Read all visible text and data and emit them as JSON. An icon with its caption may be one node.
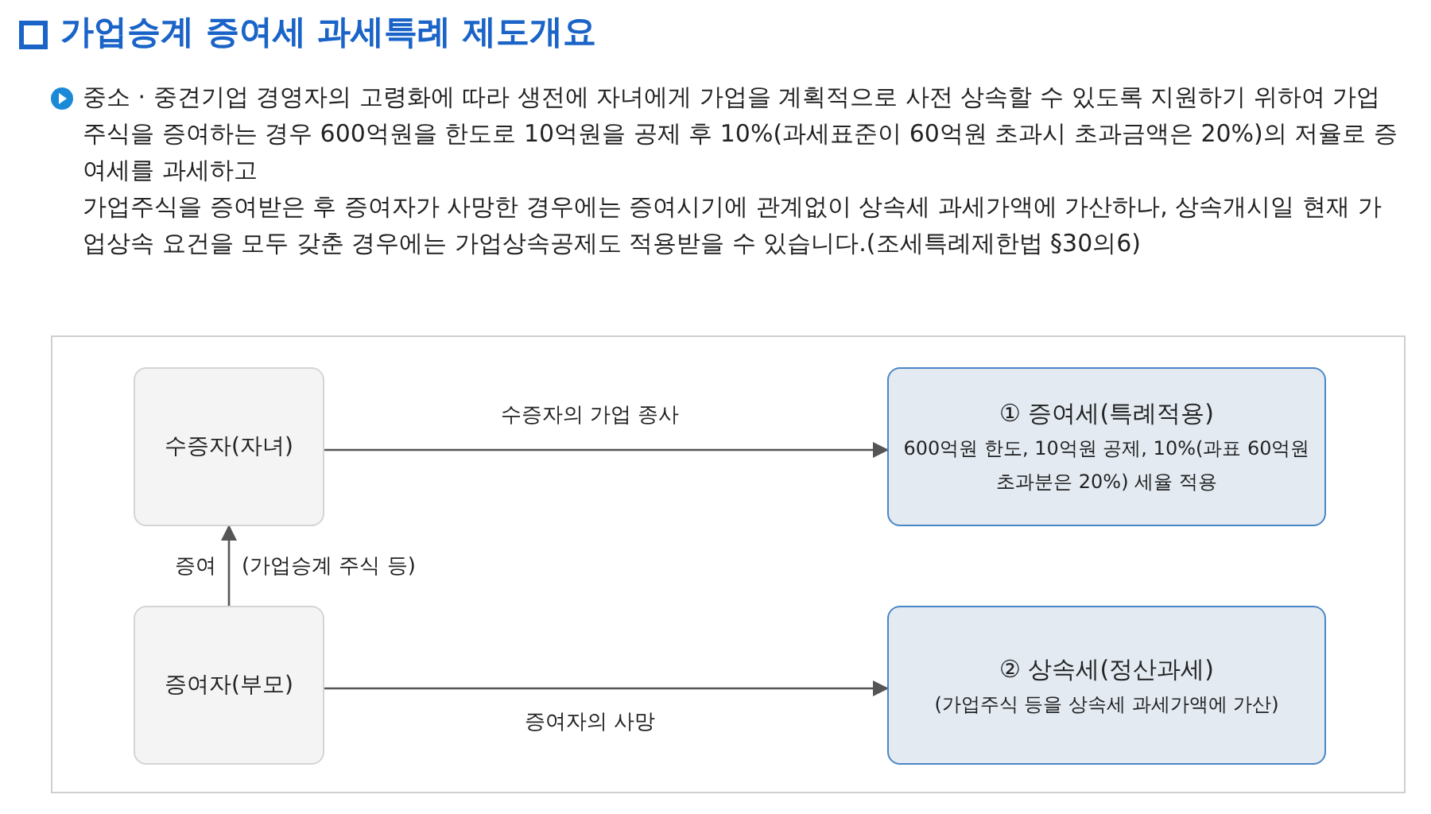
{
  "diagram": {
    "title": "가업승계 증여세 과세특례 제도개요",
    "nodes": [
      {
        "text": [
          "수증자(자녀)"
        ]
      },
      {
        "text": [
          "증여자(부모)"
        ]
      },
      {
        "text": [
          "① 증여세(특례적용)",
          "600억원 한도, 10억원 공제, 10%(과표 60억원 초과분은 20%) 세율 적용"
        ]
      },
      {
        "text": [
          "② 상속세(정산과세)",
          "(가업주식 등을 상속세 과세가액에 가산)"
        ]
      }
    ],
    "edges": [
      {
        "from": 1,
        "to": 0,
        "arrow": "to",
        "label": "증여"
      },
      {
        "from": 0,
        "to": 2,
        "arrow": "to",
        "label": "수증자의 가업 종사"
      },
      {
        "from": 1,
        "to": 3,
        "arrow": "to",
        "label": "증여자의 사망"
      }
    ],
    "labels": [
      "중소 · 중견기업 경영자의 고령화에 따라 생전에 자녀에게 가업을 계획적으로 사전 상속할 수 있도록 지원하기 위하여 가업주식을 증여하는 경우 600억원을 한도로 10억원을 공제 후 10%(과세표준이 60억원 초과시 초과금액은 20%)의 저율로 증여세를 과세하고",
      "가업주식을 증여받은 후 증여자가 사망한 경우에는 증여시기에 관계없이 상속세 과세가액에 가산하나, 상속개시일 현재 가업상속 요건을 모두 갖춘 경우에는 가업상속공제도 적용받을 수 있습니다.(조세특례제한법 §30의6)",
      "(가업승계 주식 등)"
    ]
  }
}
